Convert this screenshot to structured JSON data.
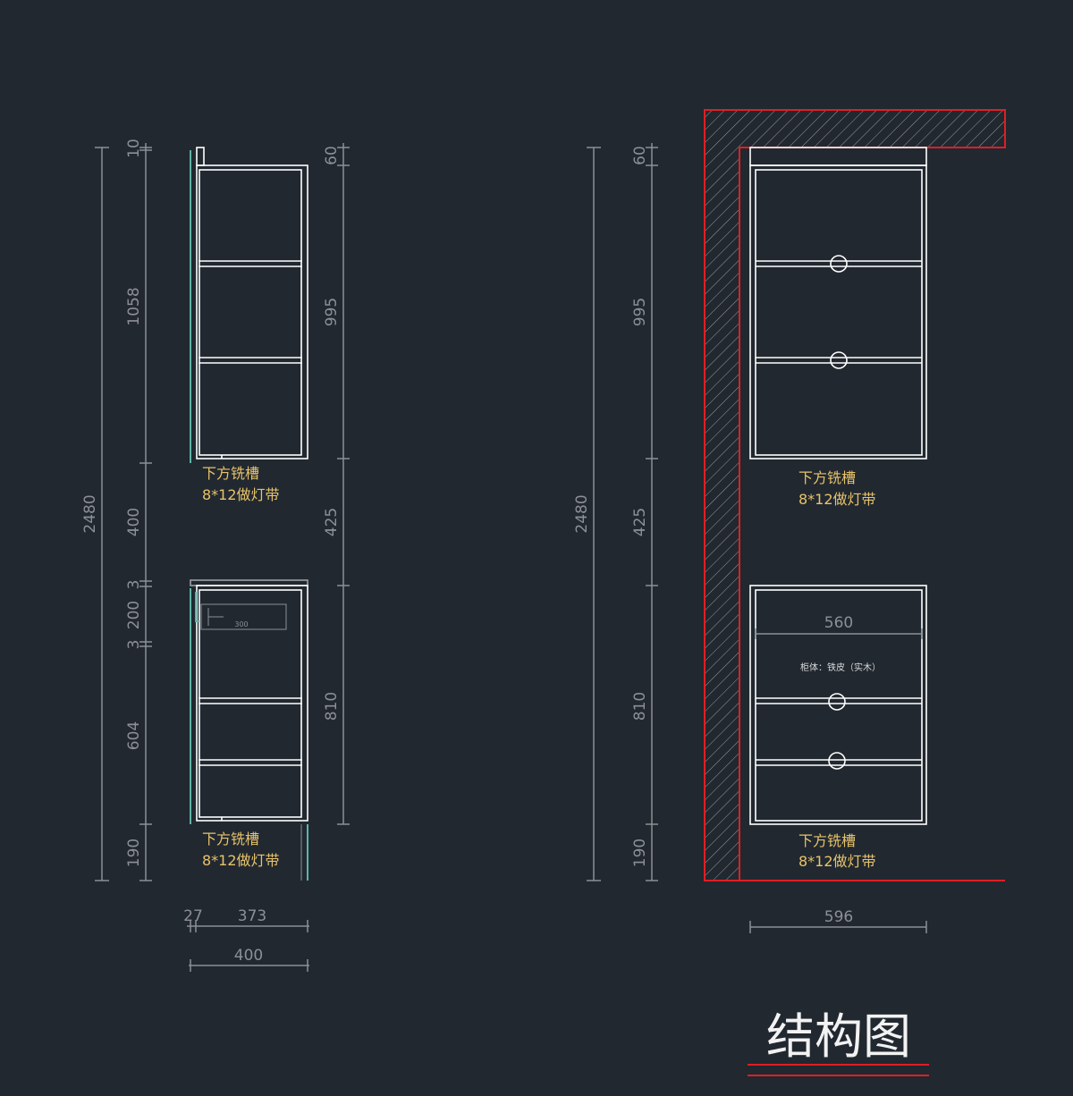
{
  "drawing": {
    "title": "结构图",
    "colors": {
      "background": "#212830",
      "cabinet_line": "#ffffff",
      "dimension_line": "#8c9096",
      "annotation": "#e8c36a",
      "wall_hatch": "#e01e24",
      "side_panel": "#5fb3a8"
    }
  },
  "left_view": {
    "dims_vertical_left": {
      "total": "2480",
      "top_gap": "10",
      "upper": "1058",
      "middle": "400",
      "gap_a": "3",
      "drawer": "200",
      "gap_b": "3",
      "lower": "604",
      "base": "190"
    },
    "dims_vertical_right": {
      "top": "60",
      "upper": "995",
      "middle": "425",
      "lower": "810"
    },
    "dims_horizontal": {
      "side": "27",
      "depth": "373",
      "total": "400"
    },
    "drawer_inner": "300",
    "upper_note": {
      "line1": "下方铣槽",
      "line2": "8*12做灯带"
    },
    "lower_note": {
      "line1": "下方铣槽",
      "line2": "8*12做灯带"
    }
  },
  "right_view": {
    "dims_vertical": {
      "total": "2480",
      "top": "60",
      "upper": "995",
      "middle": "425",
      "lower": "810",
      "base": "190"
    },
    "inner_width": "560",
    "width": "596",
    "material_note": "柜体：铁皮（实木）",
    "upper_note": {
      "line1": "下方铣槽",
      "line2": "8*12做灯带"
    },
    "lower_note": {
      "line1": "下方铣槽",
      "line2": "8*12做灯带"
    }
  }
}
